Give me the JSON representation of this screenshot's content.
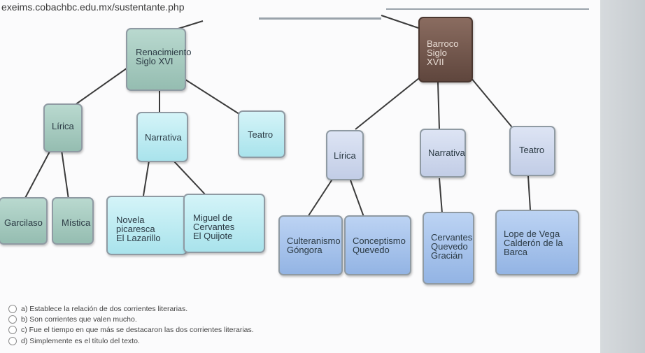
{
  "browser": {
    "url": "exeims.cobachbc.edu.mx/sustentante.php"
  },
  "diagram": {
    "renacimiento": {
      "title": "Renacimiento\nSiglo XVI"
    },
    "barroco": {
      "title": "Barroco\nSiglo XVII"
    },
    "ren_lirica": "Lírica",
    "ren_narrativa": "Narrativa",
    "ren_teatro": "Teatro",
    "garcilaso": "Garcilaso",
    "mistica": "Mística",
    "novela": "Novela picaresca\nEl Lazarillo",
    "cervantes_ren": "Miguel de Cervantes\nEl Quijote",
    "bar_lirica": "Lírica",
    "bar_narrativa": "Narrativa",
    "bar_teatro": "Teatro",
    "culteranismo": "Culteranismo\nGóngora",
    "conceptismo": "Conceptismo\nQuevedo",
    "cervantes_bar": "Cervantes\nQuevedo\nGracián",
    "lope": "Lope de Vega\nCalderón de la Barca"
  },
  "question": {
    "options": [
      "a) Establece la relación de dos corrientes literarias.",
      "b) Son corrientes que valen mucho.",
      "c) Fue el tiempo en que más se destacaron las dos corrientes literarias.",
      "d) Simplemente es el título del texto."
    ]
  }
}
